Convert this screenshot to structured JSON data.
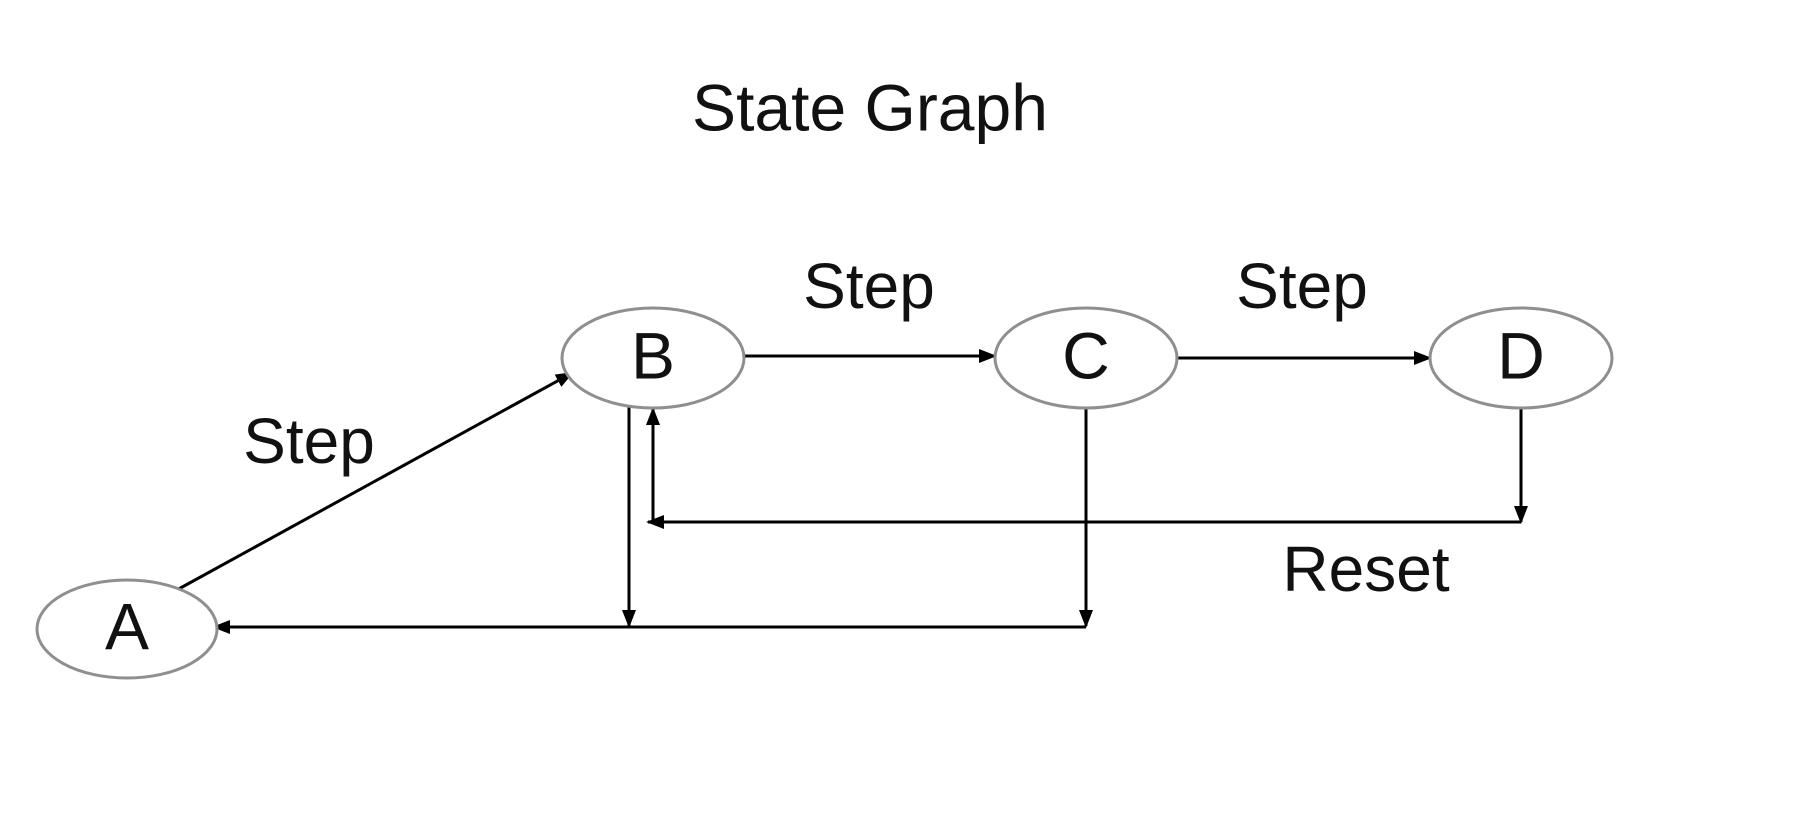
{
  "title": "State Graph",
  "colors": {
    "node_stroke": "#8e8e93",
    "edge": "#000000",
    "text": "#111111"
  },
  "nodes": [
    {
      "id": "A",
      "label": "A"
    },
    {
      "id": "B",
      "label": "B"
    },
    {
      "id": "C",
      "label": "C"
    },
    {
      "id": "D",
      "label": "D"
    }
  ],
  "edges": [
    {
      "from": "A",
      "to": "B",
      "label": "Step"
    },
    {
      "from": "B",
      "to": "C",
      "label": "Step"
    },
    {
      "from": "C",
      "to": "D",
      "label": "Step"
    },
    {
      "from": "D",
      "to": "B",
      "label": "Reset"
    },
    {
      "from": "B",
      "to": "A",
      "label": ""
    },
    {
      "from": "C",
      "to": "A",
      "label": ""
    }
  ]
}
